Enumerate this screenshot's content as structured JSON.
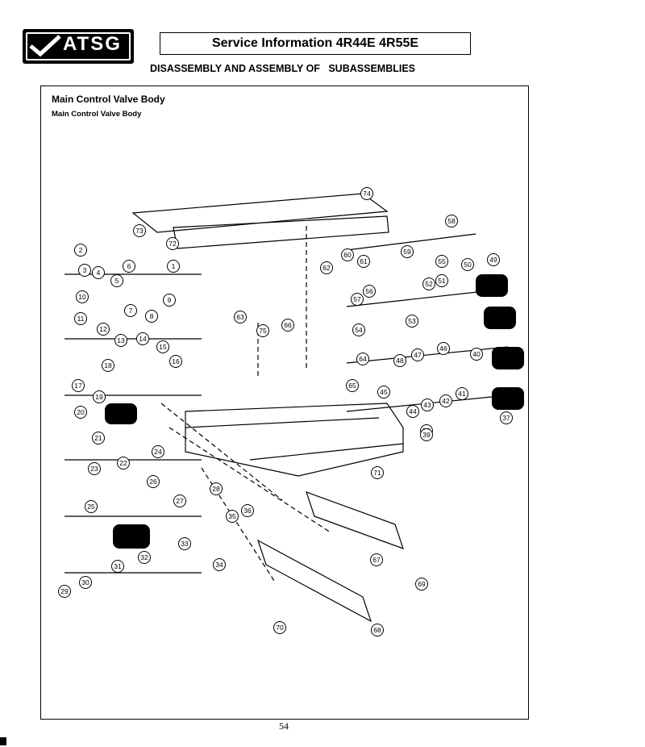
{
  "header": {
    "logo_text": "ATSG",
    "title": "Service Information 4R44E  4R55E",
    "subtitle": "DISASSEMBLY AND ASSEMBLY OF   SUBASSEMBLIES"
  },
  "section": {
    "title": "Main Control Valve Body",
    "subtitle": "Main Control Valve Body"
  },
  "callouts": [
    "1",
    "2",
    "3",
    "4",
    "5",
    "6",
    "7",
    "8",
    "9",
    "10",
    "11",
    "12",
    "13",
    "14",
    "15",
    "16",
    "17",
    "18",
    "19",
    "20",
    "21",
    "22",
    "23",
    "24",
    "25",
    "26",
    "27",
    "28",
    "29",
    "30",
    "31",
    "32",
    "33",
    "34",
    "35",
    "36",
    "37",
    "38",
    "39",
    "40",
    "41",
    "42",
    "43",
    "44",
    "45",
    "46",
    "47",
    "48",
    "49",
    "50",
    "51",
    "52",
    "53",
    "54",
    "55",
    "56",
    "57",
    "58",
    "59",
    "60",
    "61",
    "62",
    "63",
    "64",
    "65",
    "66",
    "67",
    "68",
    "69",
    "70",
    "71",
    "72",
    "73",
    "74",
    "75"
  ],
  "footer": {
    "page_number": "54"
  }
}
